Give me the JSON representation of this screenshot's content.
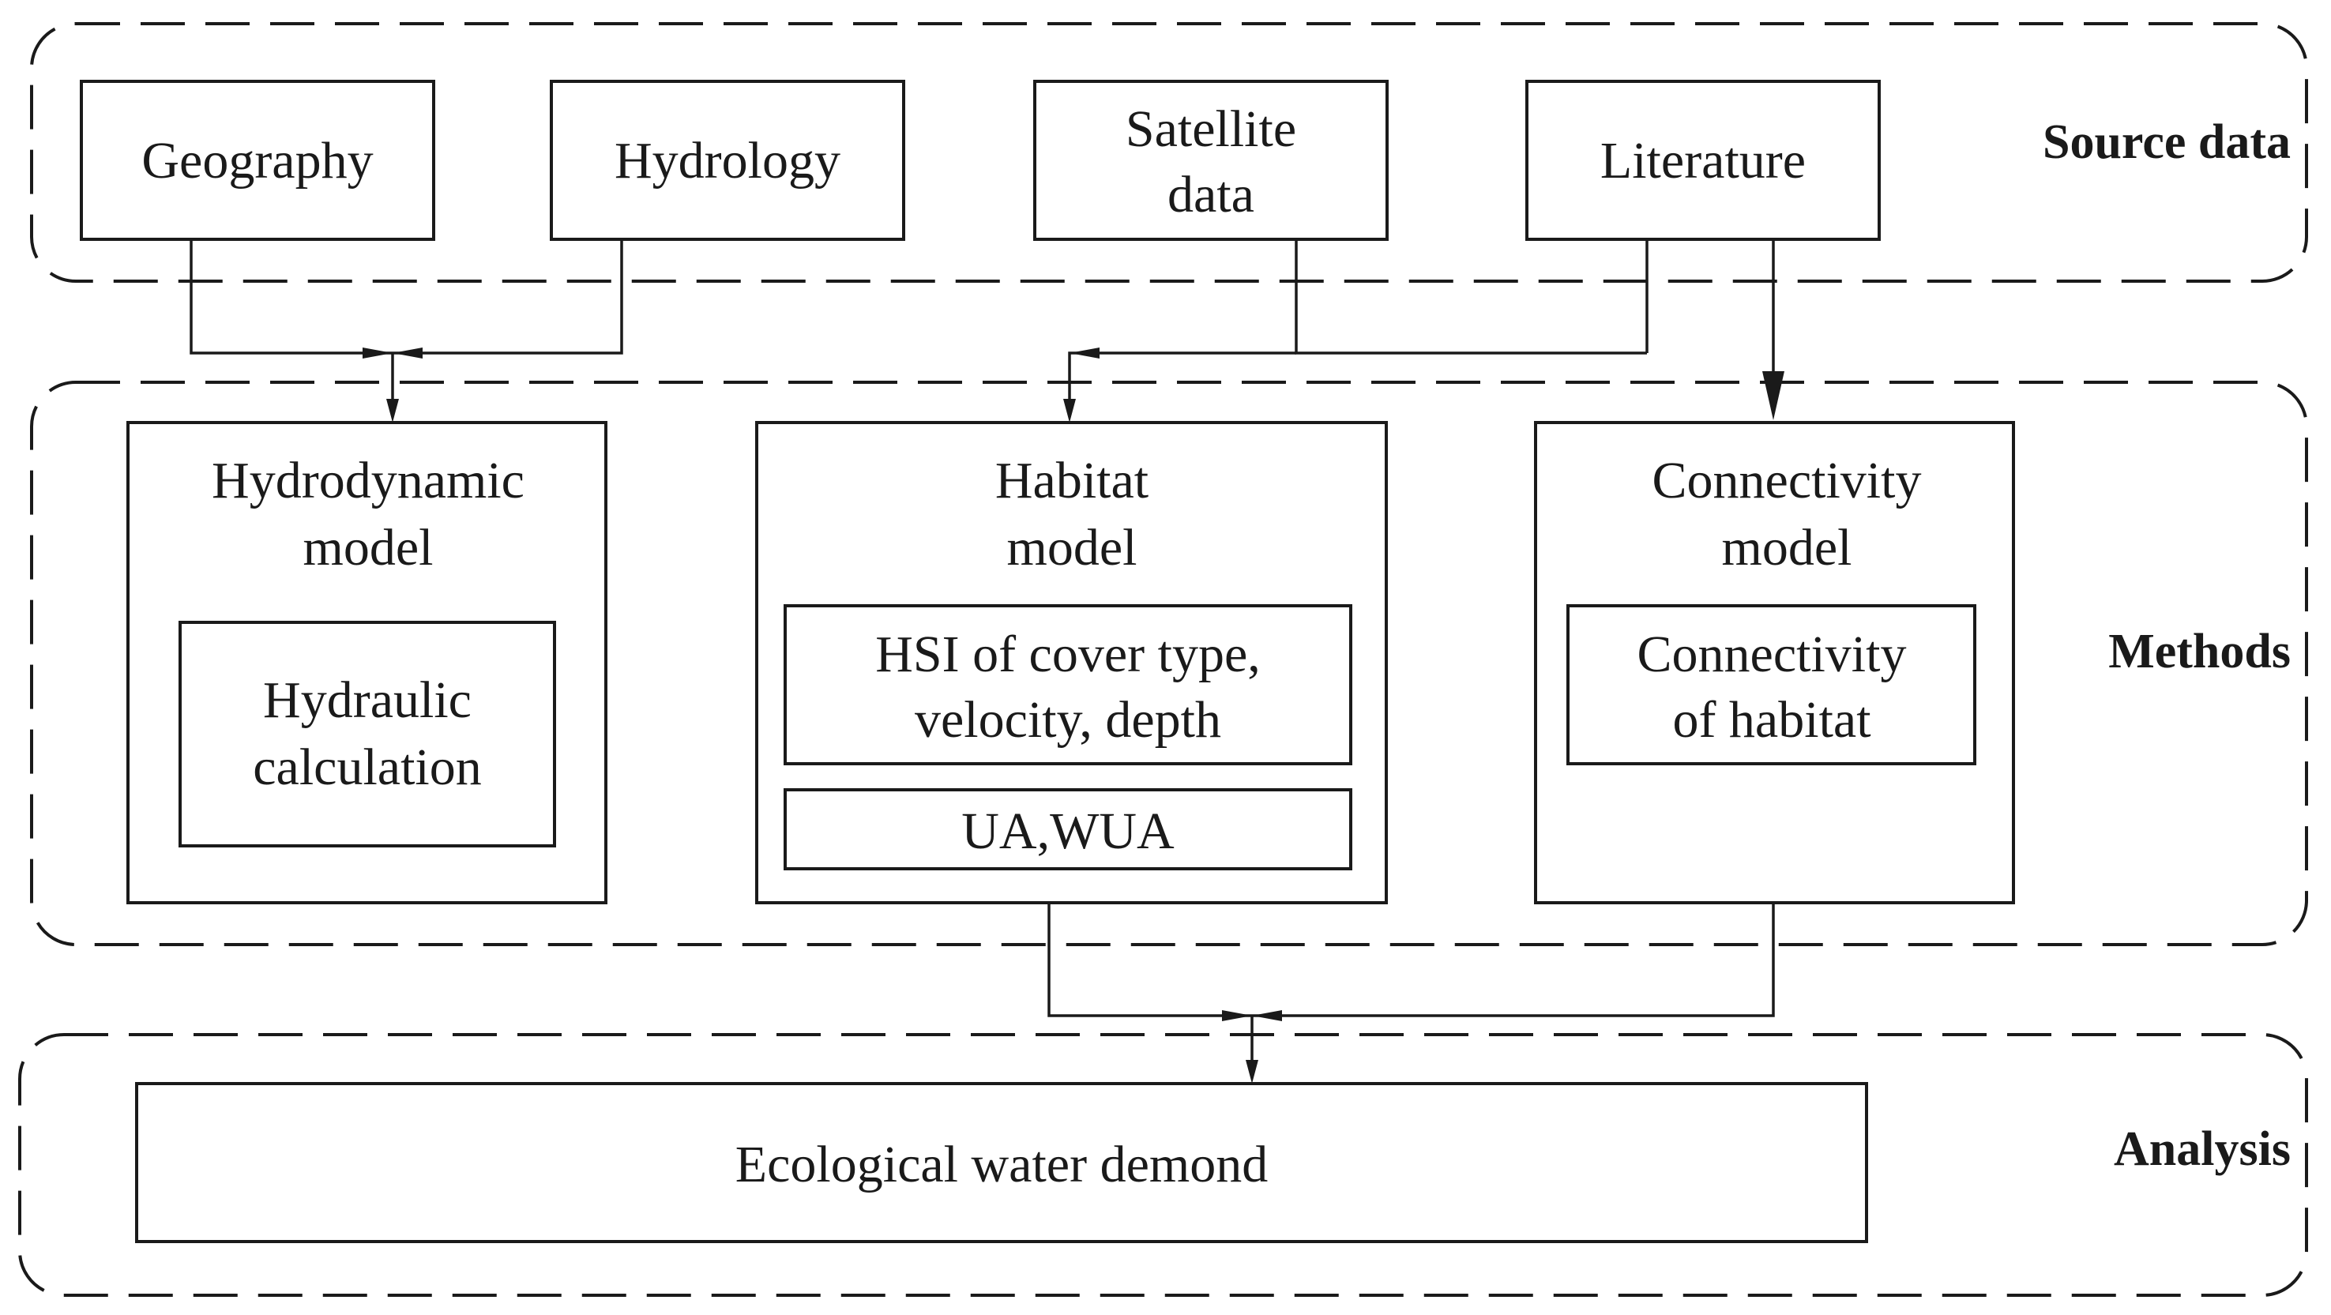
{
  "sections": {
    "source": "Source data",
    "methods": "Methods",
    "analysis": "Analysis"
  },
  "source": {
    "geography": "Geography",
    "hydrology": "Hydrology",
    "satellite_1": "Satellite",
    "satellite_2": "data",
    "literature": "Literature"
  },
  "methods": {
    "hydro_title_1": "Hydrodynamic",
    "hydro_title_2": "model",
    "hydraulic_1": "Hydraulic",
    "hydraulic_2": "calculation",
    "habitat_title_1": "Habitat",
    "habitat_title_2": "model",
    "hsi_1": "HSI of cover type,",
    "hsi_2": "velocity, depth",
    "ua": "UA,WUA",
    "conn_title_1": "Connectivity",
    "conn_title_2": "model",
    "conn_habitat_1": "Connectivity",
    "conn_habitat_2": "of habitat"
  },
  "analysis": {
    "ewd": "Ecological water demond"
  }
}
